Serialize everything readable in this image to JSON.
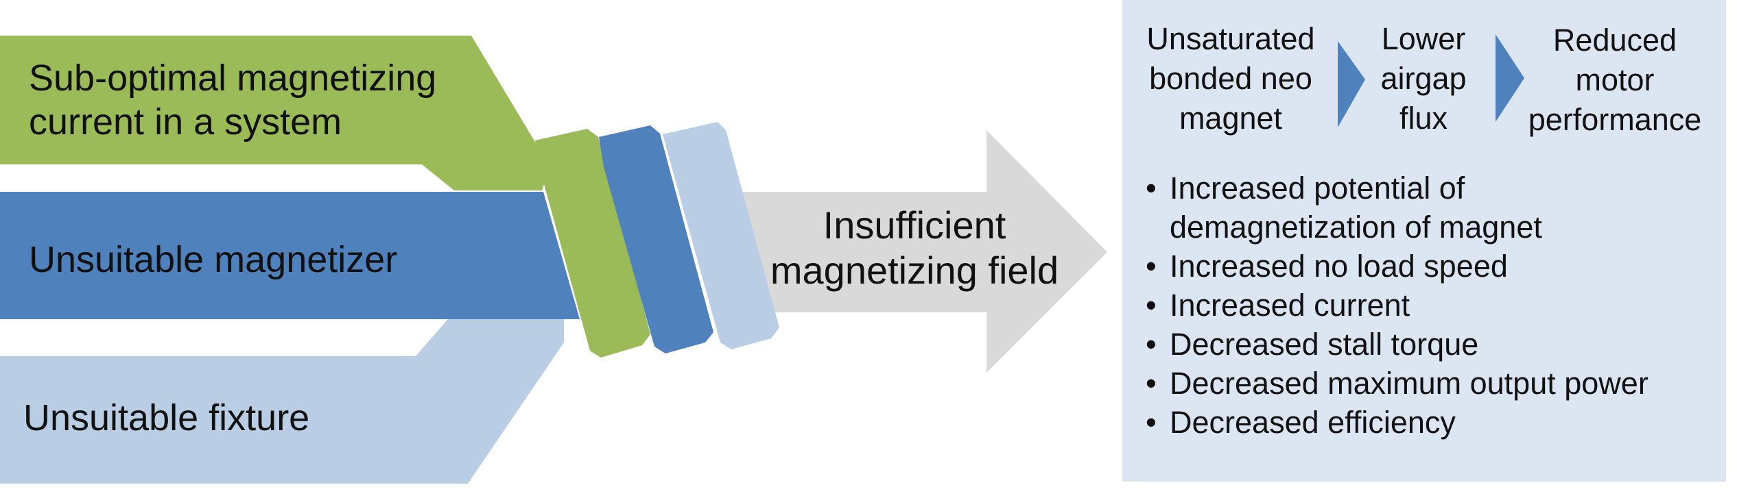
{
  "colors": {
    "green": "#9bbb59",
    "blue": "#4f81bd",
    "light_blue": "#b9cde5",
    "gray": "#d9d9d9",
    "panel": "#dce6f2",
    "chevron": "#4f81bd",
    "text": "#111111"
  },
  "causes": {
    "current": {
      "line1": "Sub-optimal magnetizing",
      "line2": "current in a system"
    },
    "magnetizer": {
      "label": "Unsuitable magnetizer"
    },
    "fixture": {
      "label": "Unsuitable fixture"
    }
  },
  "result": {
    "line1": "Insufficient",
    "line2": "magnetizing field"
  },
  "chain": {
    "step1": {
      "line1": "Unsaturated",
      "line2": "bonded neo",
      "line3": "magnet"
    },
    "step2": {
      "line1": "Lower",
      "line2": "airgap",
      "line3": "flux"
    },
    "step3": {
      "line1": "Reduced",
      "line2": "motor",
      "line3": "performance"
    }
  },
  "effects": {
    "bullet": "•",
    "items": [
      "Increased potential of",
      "demagnetization of magnet",
      "Increased no load speed",
      "Increased current",
      "Decreased stall torque",
      "Decreased maximum output power",
      "Decreased efficiency"
    ]
  }
}
